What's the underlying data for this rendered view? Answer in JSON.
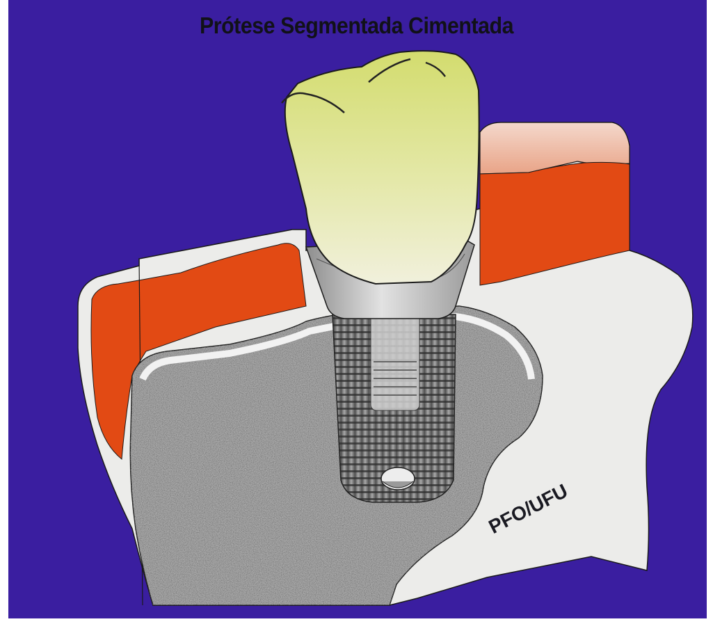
{
  "title": "Prótese Segmentada Cimentada",
  "watermark": "PFO/UFU",
  "colors": {
    "background": "#3a1ea0",
    "gingiva": "#e24a14",
    "gingiva_light": "#f2c0b0",
    "soft_tissue": "#ececea",
    "bone": "#9a9a9a",
    "crown": "#d6df7a",
    "abutment": "#b8b8b8",
    "implant": "#7a7a7a"
  },
  "parts": [
    "crown",
    "abutment",
    "implant",
    "bone",
    "gingiva"
  ]
}
